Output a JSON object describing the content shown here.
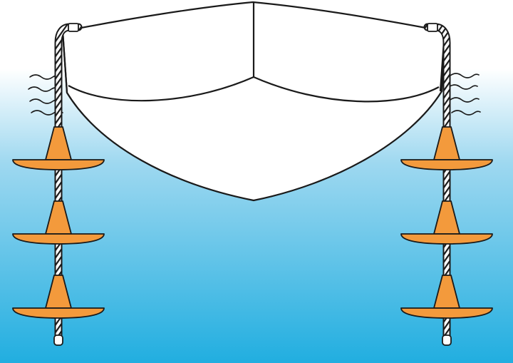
{
  "illustration": {
    "subject": "boat-hull-with-stabilizer-cones",
    "colors": {
      "water_top": "#ffffff",
      "water_mid": "#9ed8f0",
      "water_bottom": "#21aee0",
      "hull": "#ffffff",
      "outline": "#1a1a1a",
      "stabilizer": "#f39a3c"
    },
    "stabilizer_ropes": [
      {
        "side": "left",
        "cone_count": 3
      },
      {
        "side": "right",
        "cone_count": 3
      }
    ]
  }
}
